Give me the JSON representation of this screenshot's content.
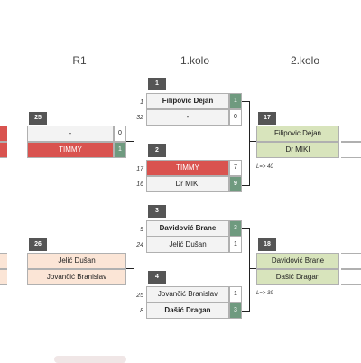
{
  "rounds": {
    "r1": "R1",
    "kolo1": "1.kolo",
    "kolo2": "2.kolo"
  },
  "r1": {
    "m25": {
      "num": "25",
      "top": {
        "name": "-",
        "score": "0"
      },
      "bottom": {
        "name": "TIMMY",
        "score": "1"
      }
    },
    "m26": {
      "num": "26",
      "top": {
        "name": "Jelić Dušan"
      },
      "bottom": {
        "name": "Jovančić Branislav"
      }
    }
  },
  "kolo1": {
    "m1": {
      "num": "1",
      "top": {
        "seed": "1",
        "name": "Filipovic Dejan",
        "score": "1"
      },
      "bottom": {
        "seed": "32",
        "name": "-",
        "score": "0"
      }
    },
    "m2": {
      "num": "2",
      "top": {
        "seed": "17",
        "name": "TIMMY",
        "score": "7"
      },
      "bottom": {
        "seed": "16",
        "name": "Dr MIKI",
        "score": "9"
      }
    },
    "m3": {
      "num": "3",
      "top": {
        "seed": "9",
        "name": "Davidović Brane",
        "score": "3"
      },
      "bottom": {
        "seed": "24",
        "name": "Jelić Dušan",
        "score": "1"
      }
    },
    "m4": {
      "num": "4",
      "top": {
        "seed": "25",
        "name": "Jovančić Branislav",
        "score": "1"
      },
      "bottom": {
        "seed": "8",
        "name": "Dašić Dragan",
        "score": "3"
      }
    }
  },
  "kolo2": {
    "m17": {
      "num": "17",
      "top": {
        "name": "Filipovic Dejan"
      },
      "bottom": {
        "name": "Dr MIKI"
      },
      "note": "L=> 40"
    },
    "m18": {
      "num": "18",
      "top": {
        "name": "Davidović Brane"
      },
      "bottom": {
        "name": "Dašić Dragan"
      },
      "note": "L=> 39"
    }
  },
  "colors": {
    "red": "#d9534f",
    "peach": "#fbe5d6",
    "green": "#d8e4bc",
    "score_green": "#6f9a7f",
    "header": "#555555"
  }
}
